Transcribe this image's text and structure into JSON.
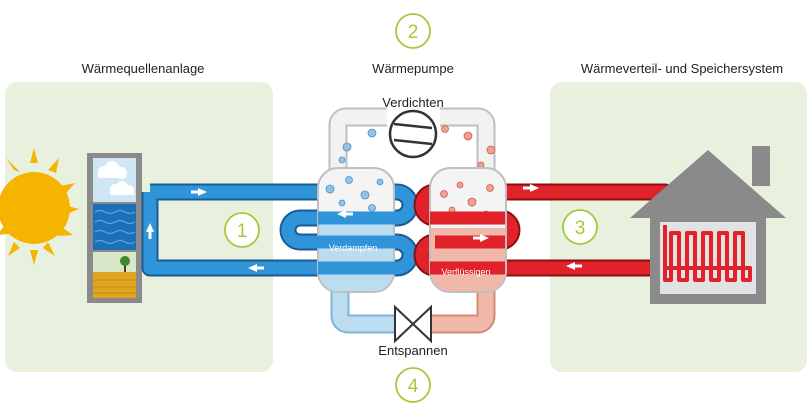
{
  "sections": {
    "source": {
      "title": "Wärmequellenanlage",
      "number": "1"
    },
    "pump": {
      "title": "Wärmepumpe",
      "number": "2"
    },
    "distribution": {
      "title": "Wärmeverteil- und Speichersystem",
      "number": "3"
    },
    "expansion": {
      "number": "4"
    }
  },
  "components": {
    "compress": "Verdichten",
    "evaporate": "Verdampfen",
    "condense": "Verflüssigen",
    "expand": "Entspannen"
  },
  "colors": {
    "cold": "#2f95d8",
    "hot": "#e2222b",
    "panel": "#e8f0de",
    "accent": "#a5c83a",
    "sun": "#f5b400",
    "house": "#8a8a8a",
    "pipe_light_blue": "#bcdcf0",
    "pipe_light_red": "#efb8a8"
  }
}
